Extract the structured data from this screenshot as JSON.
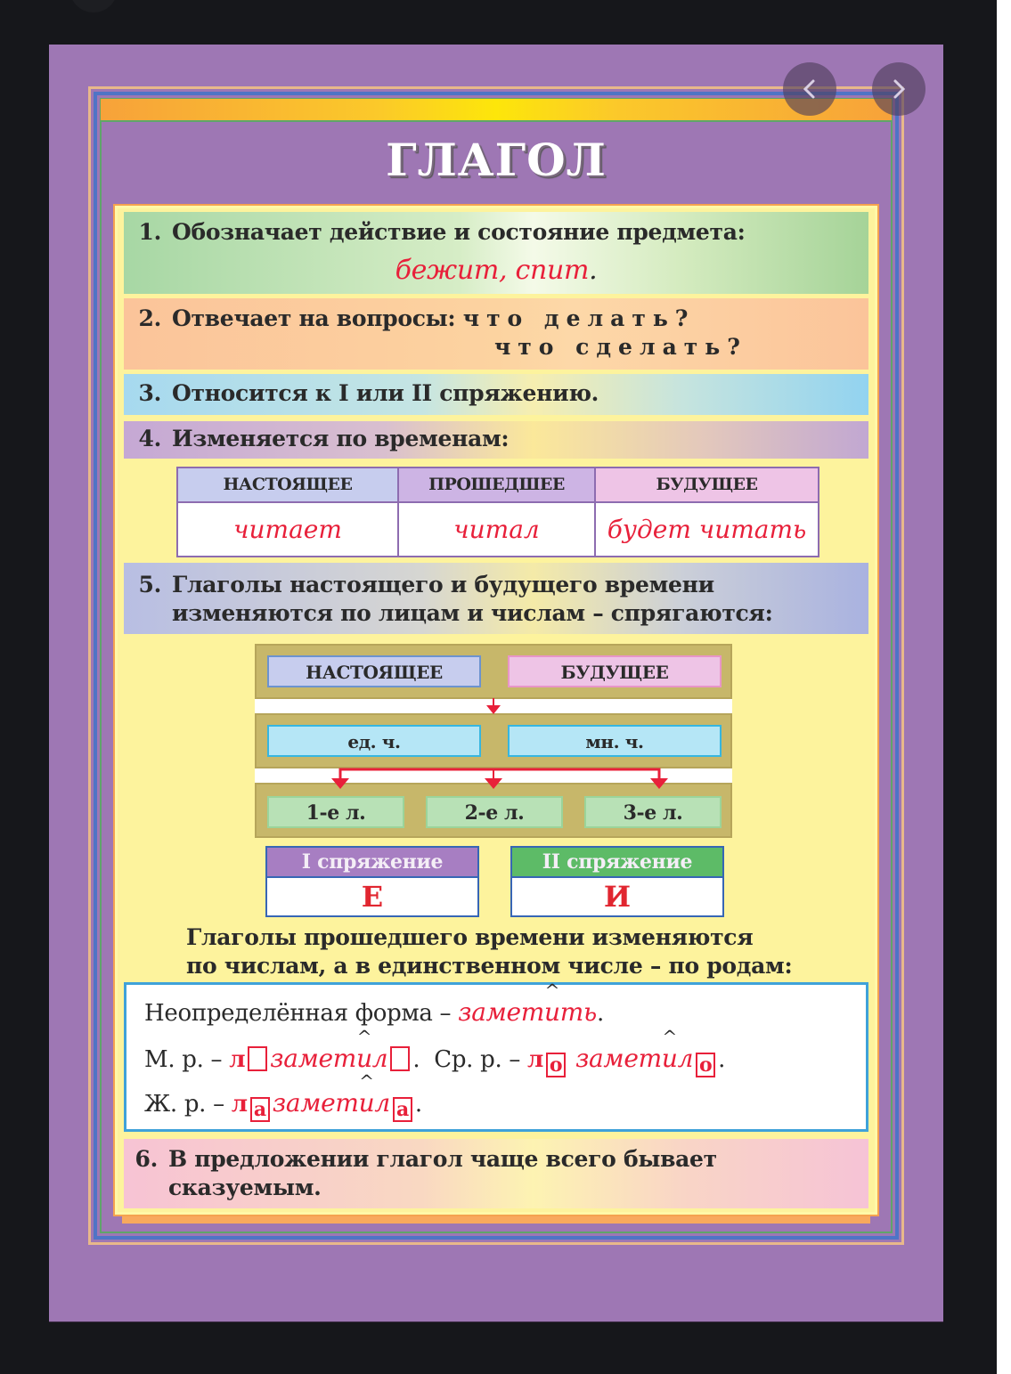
{
  "viewer": {
    "background": "#16171b",
    "nav": {
      "prev_icon": "chevron-left-icon",
      "next_icon": "chevron-right-icon"
    }
  },
  "poster": {
    "title": "ГЛАГОЛ",
    "colors": {
      "background": "#9e77b4",
      "content": "#fdf39d",
      "handwriting": "#e8203a"
    },
    "section1": {
      "num": "1.",
      "text": "Обозначает действие и состояние предмета:",
      "example": "бежит, спит",
      "example_end": "."
    },
    "section2": {
      "num": "2.",
      "text": "Отвечает на вопросы:",
      "q1": "что делать?",
      "q2": "что сделать?"
    },
    "section3": {
      "num": "3.",
      "text": "Относится к I или II спряжению."
    },
    "section4": {
      "num": "4.",
      "text": "Изменяется по временам:",
      "table": {
        "headers": [
          "НАСТОЯЩЕЕ",
          "ПРОШЕДШЕЕ",
          "БУДУЩЕЕ"
        ],
        "values": [
          "читает",
          "читал",
          "будет читать"
        ]
      }
    },
    "section5": {
      "num": "5.",
      "line1": "Глаголы настоящего и будущего времени",
      "line2": "изменяются по лицам и числам – спрягаются:",
      "diagram": {
        "tenses": [
          "НАСТОЯЩЕЕ",
          "БУДУЩЕЕ"
        ],
        "numbers": [
          "ед. ч.",
          "мн. ч."
        ],
        "persons": [
          "1-е л.",
          "2-е л.",
          "3-е л."
        ],
        "conjugations": [
          {
            "label": "I спряжение",
            "ending": "Е"
          },
          {
            "label": "II спряжение",
            "ending": "И"
          }
        ]
      },
      "past_line1": "Глаголы прошедшего времени изменяются",
      "past_line2": "по числам,  а в единственном числе – по родам:",
      "past_box": {
        "infinitive_label": "Неопределённая форма –",
        "infinitive_word_a": "замет",
        "infinitive_word_b": "и",
        "infinitive_word_c": "ть",
        "masc_label": "М. р. –",
        "masc_suffix": "л",
        "masc_word_a": "замет",
        "masc_word_b": "и",
        "masc_word_c": "л",
        "neut_label": "Ср. р. –",
        "neut_suffix": "л",
        "neut_ending": "о",
        "neut_word_a": "замет",
        "neut_word_b": "и",
        "neut_word_c": "л",
        "fem_label": "Ж. р. –",
        "fem_suffix": "л",
        "fem_ending": "а",
        "fem_word_a": "замет",
        "fem_word_b": "и",
        "fem_word_c": "л",
        "period": "."
      }
    },
    "section6": {
      "num": "6.",
      "line1": "В предложении глагол чаще всего бывает",
      "line2": "сказуемым."
    }
  }
}
